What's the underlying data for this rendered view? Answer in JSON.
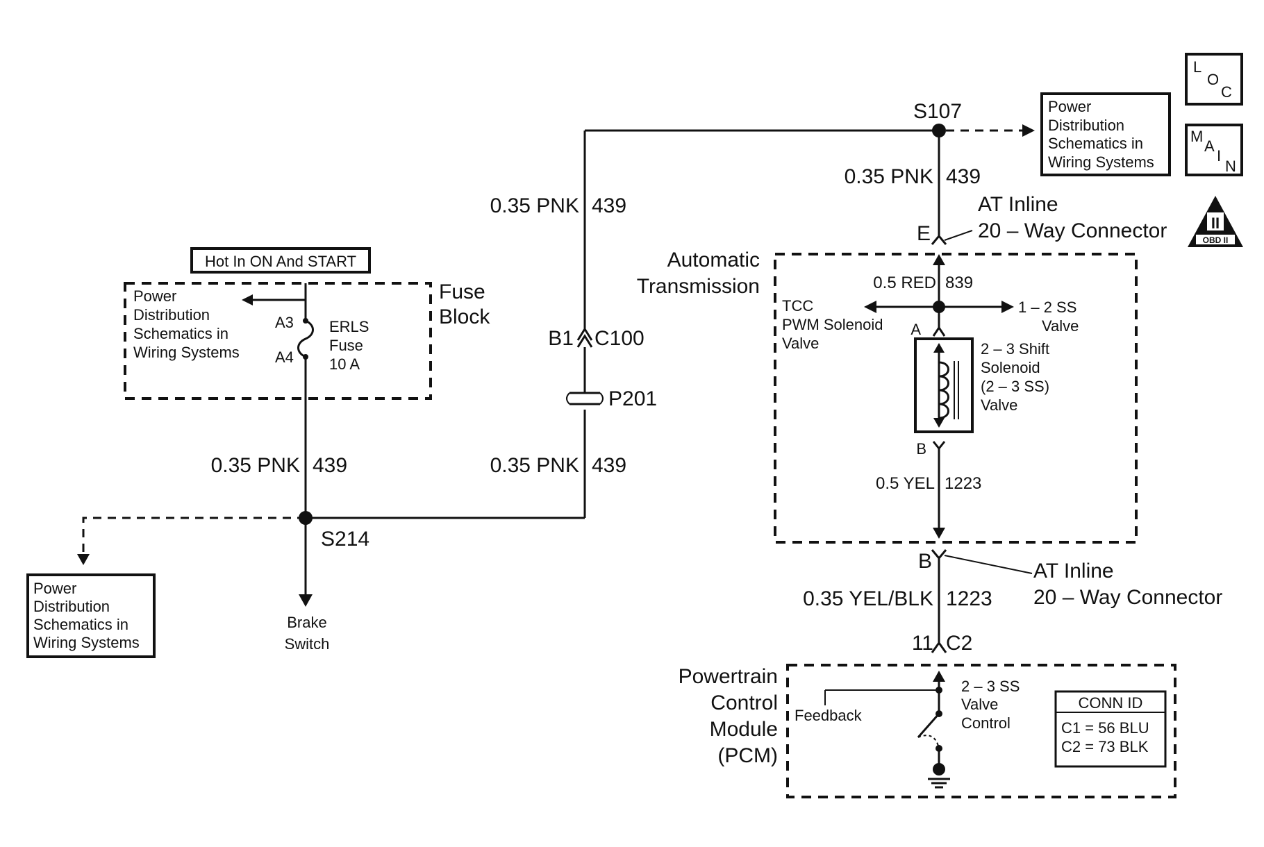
{
  "hot_label": "Hot In ON And START",
  "fuse_block": {
    "label_line1": "Fuse",
    "label_line2": "Block",
    "pin_top": "A3",
    "pin_bottom": "A4",
    "fuse_line1": "ERLS",
    "fuse_line2": "Fuse",
    "fuse_line3": "10 A"
  },
  "power_dist": {
    "line1": "Power",
    "line2": "Distribution",
    "line3": "Schematics in",
    "line4": "Wiring Systems"
  },
  "wires": {
    "left_size": "0.35 PNK",
    "left_circuit": "439",
    "middle_upper_size": "0.35 PNK",
    "middle_upper_circuit": "439",
    "middle_lower_size": "0.35 PNK",
    "middle_lower_circuit": "439",
    "right_top_size": "0.35 PNK",
    "right_top_circuit": "439",
    "internal_top_size": "0.5 RED",
    "internal_top_circuit": "839",
    "internal_bottom_size": "0.5 YEL",
    "internal_bottom_circuit": "1223",
    "pcm_wire_size": "0.35 YEL/BLK",
    "pcm_wire_circuit": "1223"
  },
  "splices": {
    "s214": "S214",
    "s107": "S107"
  },
  "connectors": {
    "c100_pin": "B1",
    "c100_name": "C100",
    "p201": "P201",
    "inline_top_pin": "E",
    "inline_bottom_pin": "B",
    "inline_line1": "AT Inline",
    "inline_line2": "20 – Way Connector",
    "pcm_pin": "11",
    "pcm_conn": "C2"
  },
  "brake_switch": {
    "line1": "Brake",
    "line2": "Switch"
  },
  "transmission": {
    "line1": "Automatic",
    "line2": "Transmission",
    "tcc_line1": "TCC",
    "tcc_line2": "PWM Solenoid",
    "tcc_line3": "Valve",
    "ss12_line1": "1 – 2 SS",
    "ss12_line2": "Valve",
    "pin_a": "A",
    "pin_b": "B",
    "sol_line1": "2 – 3 Shift",
    "sol_line2": "Solenoid",
    "sol_line3": "(2 – 3 SS)",
    "sol_line4": "Valve"
  },
  "pcm": {
    "line1": "Powertrain",
    "line2": "Control",
    "line3": "Module",
    "line4": "(PCM)",
    "feedback": "Feedback",
    "ctrl_line1": "2 – 3 SS",
    "ctrl_line2": "Valve",
    "ctrl_line3": "Control",
    "conn_id_title": "CONN ID",
    "conn_c1": "C1 = 56 BLU",
    "conn_c2": "C2 = 73 BLK"
  },
  "badges": {
    "loc_l": "L",
    "loc_o": "O",
    "loc_c": "C",
    "main_m": "M",
    "main_a": "A",
    "main_i": "I",
    "main_n": "N",
    "obd_numeral": "II",
    "obd_text": "OBD II"
  }
}
